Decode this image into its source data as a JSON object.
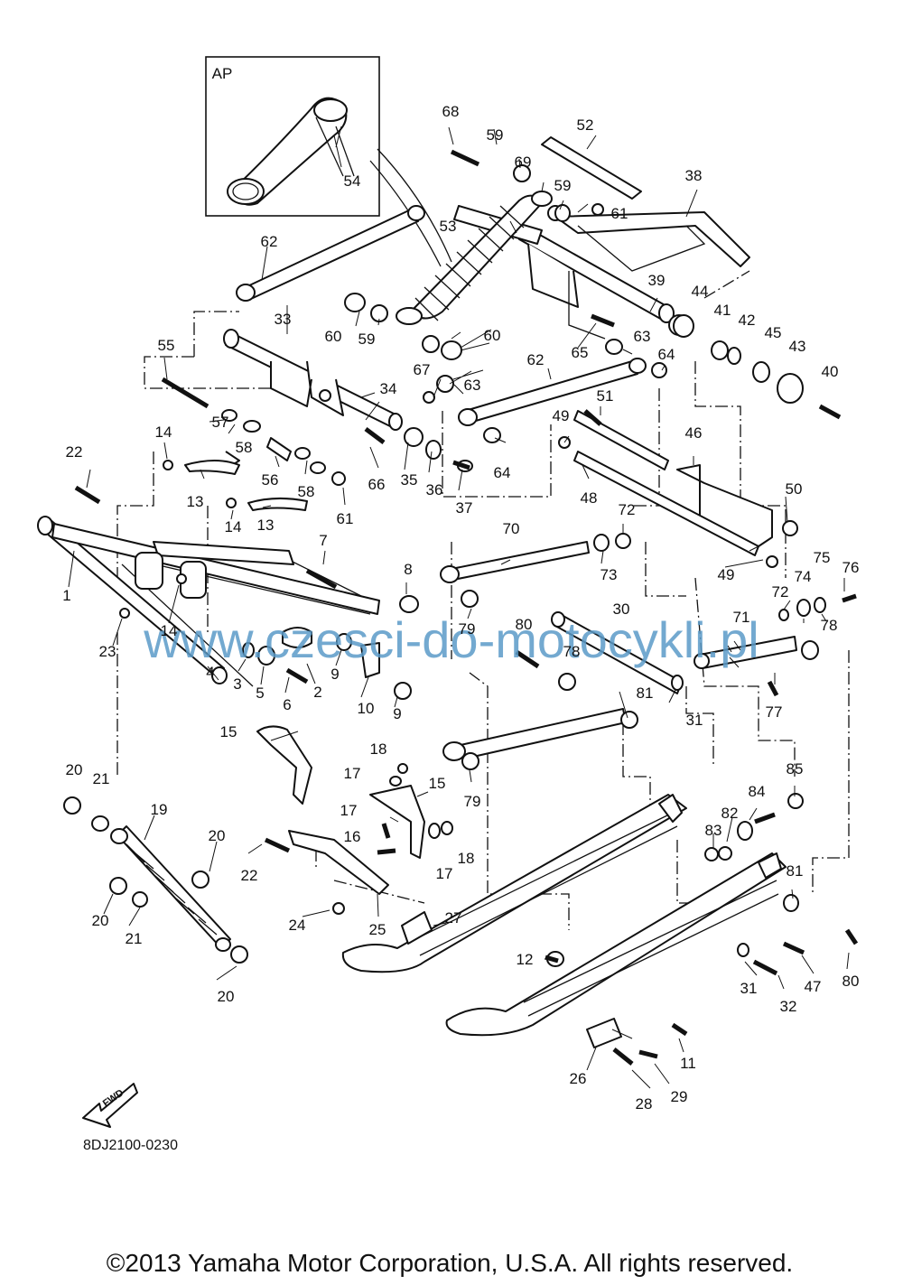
{
  "inset_label": "AP",
  "diagram_code": "8DJ2100-0230",
  "forward_marker": "FWD",
  "watermark": "www.czesci-do-motocykli.pl",
  "copyright": "©2013 Yamaha Motor Corporation, U.S.A. All rights reserved.",
  "callouts": [
    "1",
    "2",
    "3",
    "4",
    "5",
    "6",
    "7",
    "8",
    "9",
    "9",
    "10",
    "11",
    "12",
    "13",
    "13",
    "14",
    "14",
    "14",
    "15",
    "15",
    "16",
    "17",
    "17",
    "17",
    "18",
    "18",
    "19",
    "20",
    "20",
    "20",
    "20",
    "21",
    "21",
    "22",
    "22",
    "23",
    "24",
    "25",
    "26",
    "27",
    "28",
    "29",
    "30",
    "31",
    "31",
    "32",
    "33",
    "34",
    "35",
    "36",
    "37",
    "38",
    "39",
    "40",
    "41",
    "42",
    "43",
    "44",
    "45",
    "46",
    "47",
    "48",
    "49",
    "49",
    "50",
    "51",
    "52",
    "53",
    "54",
    "55",
    "56",
    "57",
    "58",
    "58",
    "59",
    "59",
    "59",
    "60",
    "60",
    "61",
    "61",
    "62",
    "62",
    "63",
    "63",
    "64",
    "64",
    "65",
    "66",
    "67",
    "68",
    "69",
    "70",
    "71",
    "72",
    "72",
    "73",
    "74",
    "75",
    "76",
    "77",
    "78",
    "78",
    "79",
    "79",
    "80",
    "80",
    "81",
    "81",
    "82",
    "83",
    "84",
    "85"
  ]
}
